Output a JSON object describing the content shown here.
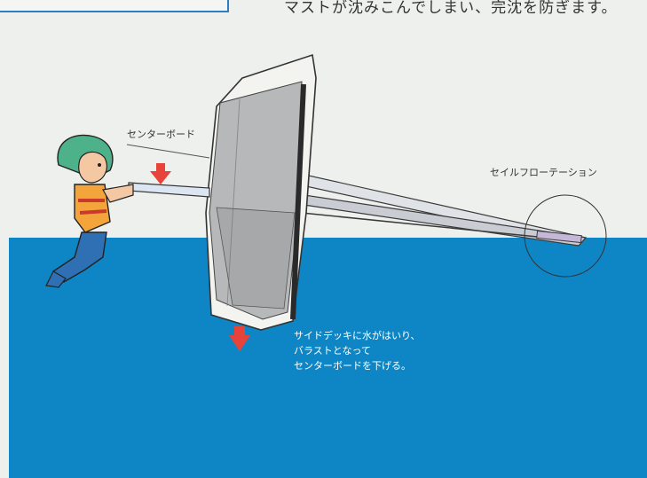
{
  "header": {
    "caption": "マストが沈みこんでしまい、完沈を防ぎます。"
  },
  "labels": {
    "centerboard": "センターボード",
    "sail_flotation": "セイルフローテーション"
  },
  "note": {
    "lines": [
      "サイドデッキに水がはいり、",
      "バラストとなって",
      "センターボードを下げる。"
    ]
  },
  "colors": {
    "background": "#eef0ed",
    "water": "#0e86c6",
    "arrow": "#e8433a",
    "hull": "#f3f3f0",
    "deck": "#b7b8b9",
    "frame_border": "#2f7cc7"
  },
  "icons": {
    "down_arrow": "red-down-arrow-icon"
  }
}
